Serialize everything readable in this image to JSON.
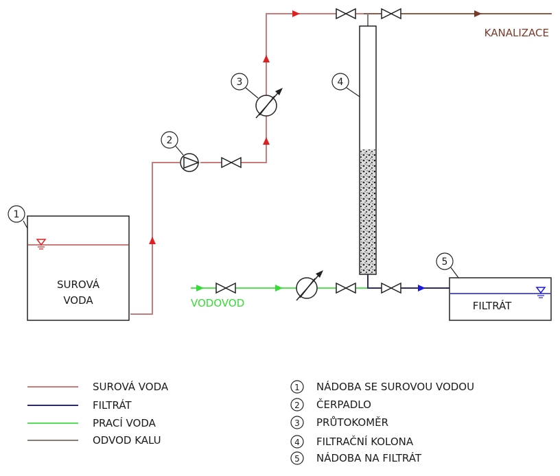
{
  "labels": {
    "kanalizace": "KANALIZACE",
    "vodovod": "VODOVOD",
    "tank1_line1": "SUROVÁ",
    "tank1_line2": "VODA",
    "tank5": "FILTRÁT"
  },
  "callouts": [
    "1",
    "2",
    "3",
    "4",
    "5"
  ],
  "legend_lines": [
    {
      "label": "SUROVÁ VODA",
      "color": "#c97b7b"
    },
    {
      "label": "FILTRÁT",
      "color": "#2a2a6a"
    },
    {
      "label": "PRACÍ VODA",
      "color": "#55e055"
    },
    {
      "label": "ODVOD KALU",
      "color": "#8a7a72"
    }
  ],
  "legend_items": [
    {
      "num": "1",
      "label": "NÁDOBA SE SUROVOU VODOU"
    },
    {
      "num": "2",
      "label": "ČERPADLO"
    },
    {
      "num": "3",
      "label": "PRŮTOKOMĚR"
    },
    {
      "num": "4",
      "label": "FILTRAČNÍ KOLONA"
    },
    {
      "num": "5",
      "label": "NÁDOBA NA FILTRÁT"
    }
  ],
  "colors": {
    "raw_water": "#c97b7b",
    "raw_arrow": "#e02020",
    "filtrate": "#2a2a6a",
    "filtrate_arrow": "#1a1ad8",
    "wash_water": "#55e055",
    "sludge": "#8a5a4a",
    "kanalizace_text": "#7a3a2a",
    "vodovod_text": "#33dd33"
  }
}
